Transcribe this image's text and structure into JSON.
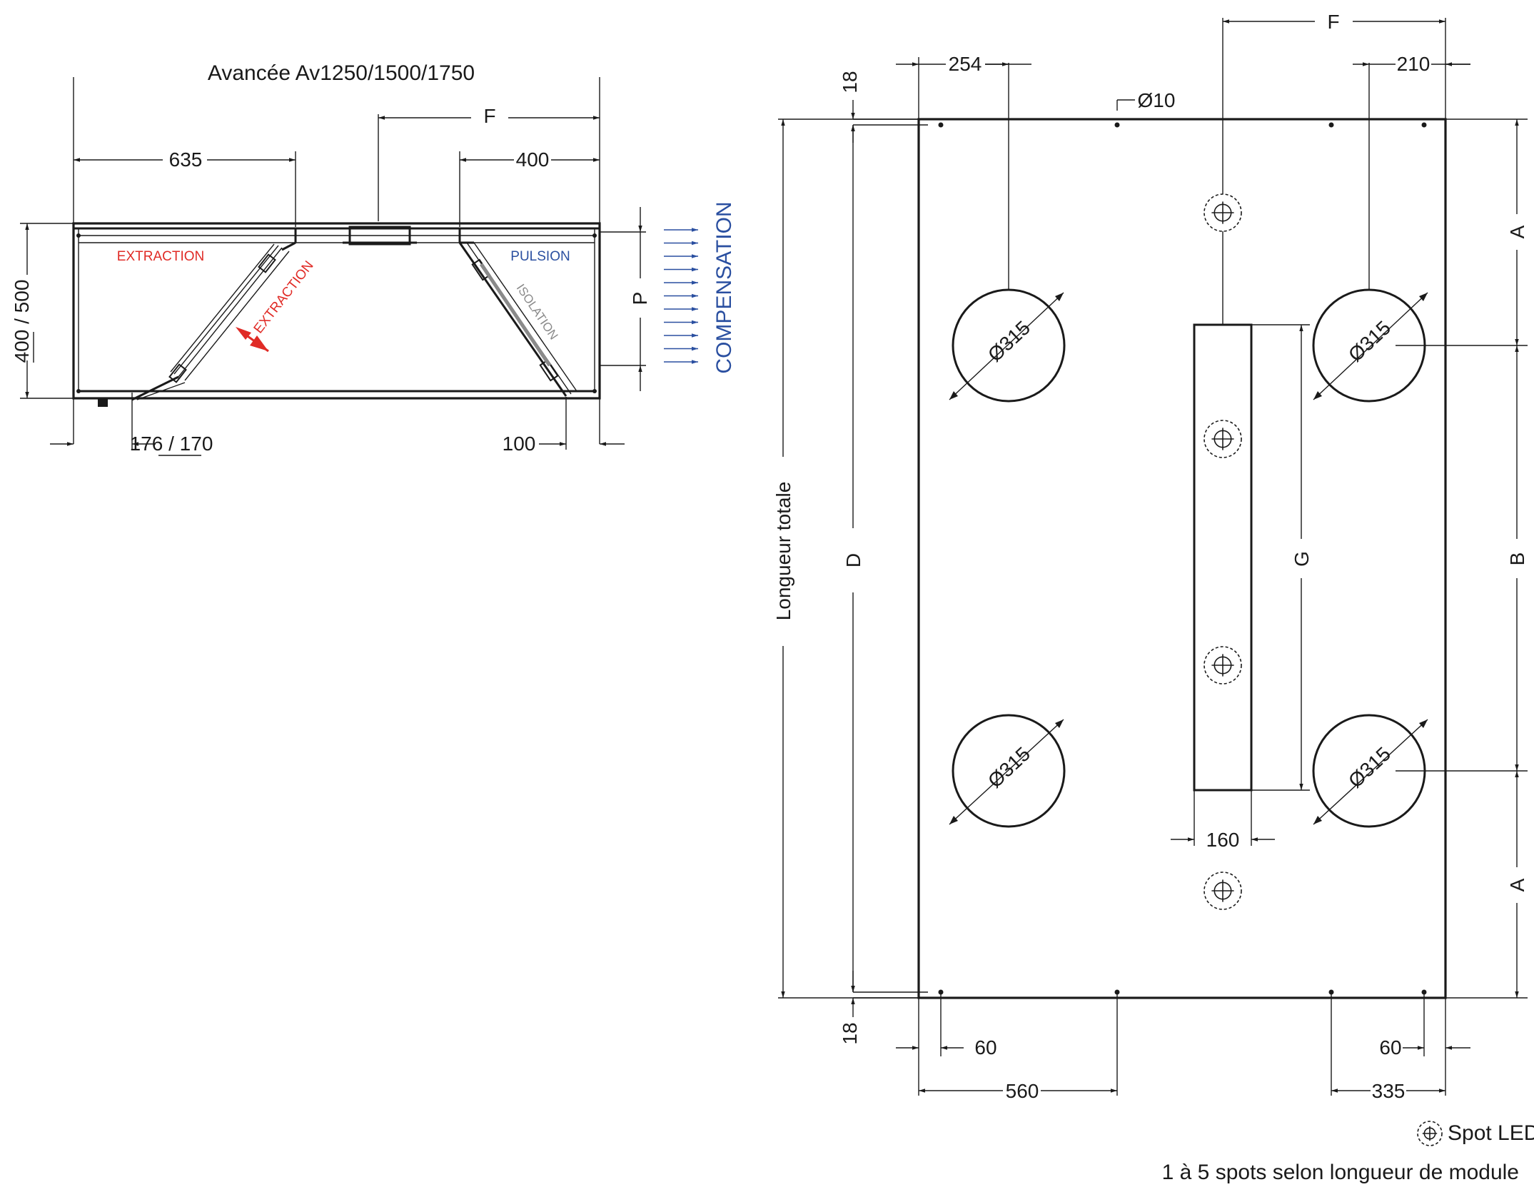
{
  "section_view": {
    "title": "Avancée Av1250/1500/1750",
    "dim_F": "F",
    "dim_635": "635",
    "dim_400": "400",
    "dim_height_a": "400",
    "dim_height_sep": " / ",
    "dim_height_b": "500",
    "dim_P": "P",
    "dim_176a": "176",
    "dim_176sep": " / ",
    "dim_176b": "170",
    "dim_100": "100",
    "label_extraction_top": "EXTRACTION",
    "label_extraction_diag": "EXTRACTION",
    "label_pulsion": "PULSION",
    "label_isolation": "ISOLATION",
    "label_compensation": "COMPENSATION"
  },
  "plan_view": {
    "dim_F": "F",
    "dim_254": "254",
    "dim_210": "210",
    "dim_18_top": "18",
    "dim_18_bottom": "18",
    "dim_hole": "Ø10",
    "dim_A_top": "A",
    "dim_B": "B",
    "dim_A_bottom": "A",
    "dim_D": "D",
    "dim_G": "G",
    "dim_total": "Longueur totale",
    "dim_160": "160",
    "dim_60_left": "60",
    "dim_60_right": "60",
    "dim_560": "560",
    "dim_335": "335",
    "duct_label": "Ø315"
  },
  "legend": {
    "spot_label": "Spot LED",
    "note": "1 à 5 spots selon longueur de module"
  },
  "colors": {
    "extraction": "#e02b26",
    "pulsion": "#2a4fa0",
    "isolation": "#8a8a8a",
    "line": "#1a1a1a"
  }
}
